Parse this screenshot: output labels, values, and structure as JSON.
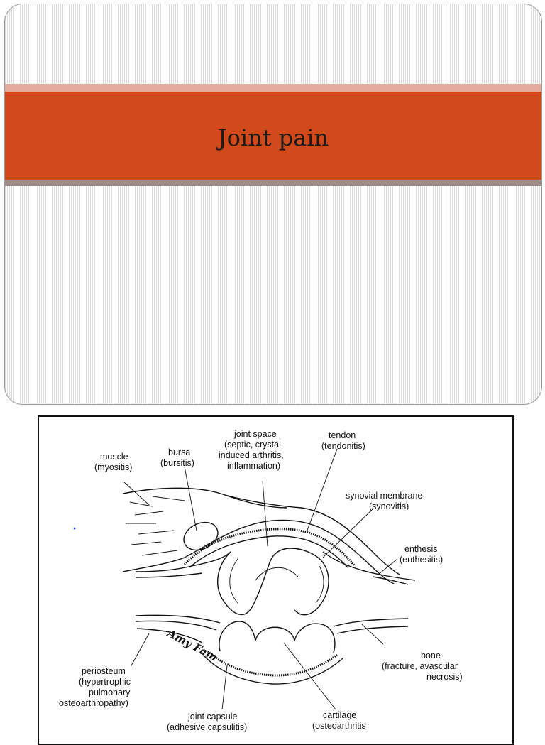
{
  "slide": {
    "title": "Joint pain"
  },
  "diagram": {
    "labels": {
      "muscle": [
        "muscle",
        "(myositis)"
      ],
      "bursa": [
        "bursa",
        "(bursitis)"
      ],
      "joint_space": [
        "joint space",
        "(septic, crystal-",
        "induced arthritis,",
        "inflammation)"
      ],
      "tendon": [
        "tendon",
        "(tendonitis)"
      ],
      "synovial": [
        "synovial membrane",
        "(synovitis)"
      ],
      "enthesis": [
        "enthesis",
        "(enthesitis)"
      ],
      "bone": [
        "bone",
        "(fracture, avascular",
        "necrosis)"
      ],
      "periosteum": [
        "periosteum",
        "(hypertrophic",
        "pulmonary",
        "osteoarthropathy)"
      ],
      "joint_capsule": [
        "joint capsule",
        "(adhesive capsulitis)"
      ],
      "cartilage": [
        "cartilage",
        "(osteoarthritis"
      ]
    },
    "signature": "Amy Fam"
  }
}
